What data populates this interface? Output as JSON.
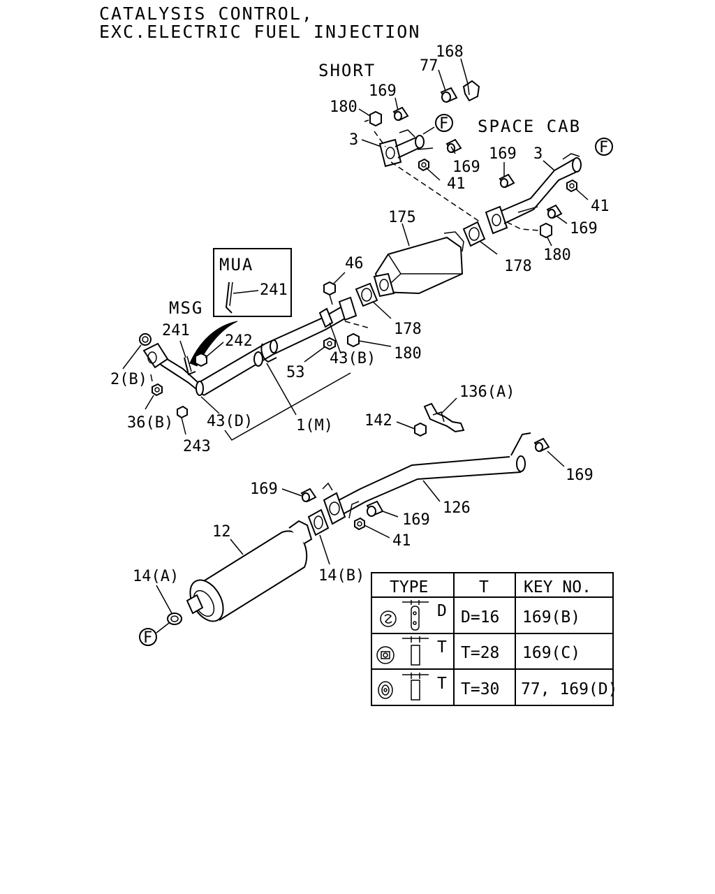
{
  "title": {
    "line1": "CATALYSIS CONTROL,",
    "line2": "EXC.ELECTRIC FUEL INJECTION"
  },
  "sections": {
    "short": "SHORT",
    "space_cab": "SPACE CAB",
    "mua": "MUA",
    "msg": "MSG"
  },
  "callouts": {
    "p168": "168",
    "p77": "77",
    "p169_a": "169",
    "p180_a": "180",
    "p3_a": "3",
    "p169_b": "169",
    "p41_a": "41",
    "p169_c": "169",
    "p3_b": "3",
    "p41_b": "41",
    "p169_d": "169",
    "p180_b": "180",
    "p175": "175",
    "p178_a": "178",
    "p46": "46",
    "p241_a": "241",
    "p241_b": "241",
    "p242": "242",
    "p178_b": "178",
    "p180_c": "180",
    "p43b": "43(B)",
    "p53": "53",
    "p2b": "2(B)",
    "p36b": "36(B)",
    "p43d": "43(D)",
    "p1m": "1(M)",
    "p243": "243",
    "p136a": "136(A)",
    "p142": "142",
    "p169_e": "169",
    "p169_f": "169",
    "p126": "126",
    "p169_g": "169",
    "p41_c": "41",
    "p12": "12",
    "p14a": "14(A)",
    "p14b": "14(B)",
    "f_a": "F",
    "f_b": "F",
    "f_c": "F"
  },
  "table": {
    "headers": [
      "TYPE",
      "T",
      "KEY NO."
    ],
    "rows": [
      {
        "dim_letter": "D",
        "value": "D=16",
        "key": "169(B)"
      },
      {
        "dim_letter": "T",
        "value": "T=28",
        "key": "169(C)"
      },
      {
        "dim_letter": "T",
        "value": "T=30",
        "key": "77, 169(D)"
      }
    ]
  }
}
